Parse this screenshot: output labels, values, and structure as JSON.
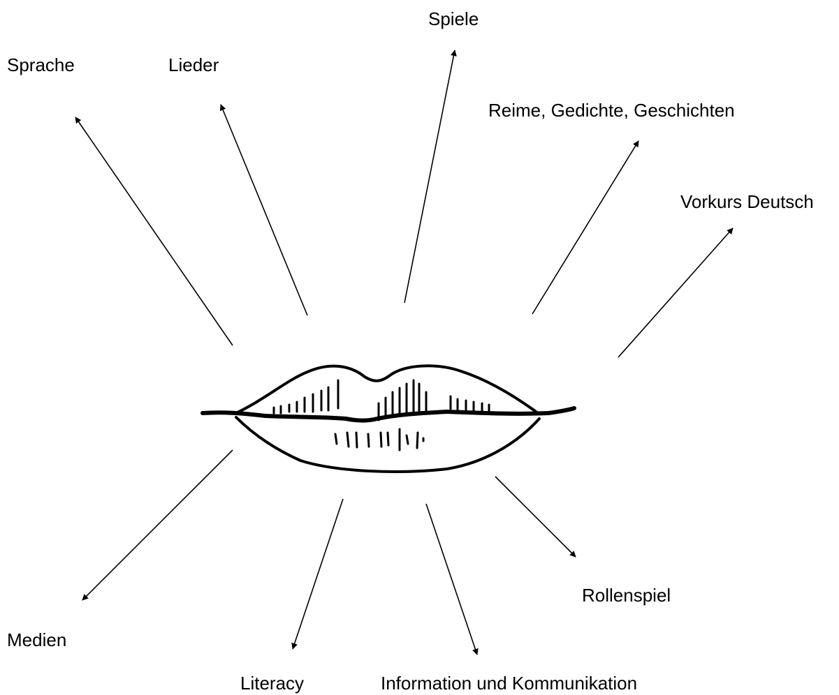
{
  "center": {
    "icon": "lips-icon"
  },
  "labels": {
    "sprache": "Sprache",
    "lieder": "Lieder",
    "spiele": "Spiele",
    "reime": "Reime, Gedichte, Geschichten",
    "vorkurs": "Vorkurs Deutsch",
    "medien": "Medien",
    "literacy": "Literacy",
    "information": "Information und Kommunikation",
    "rollenspiel": "Rollenspiel"
  }
}
